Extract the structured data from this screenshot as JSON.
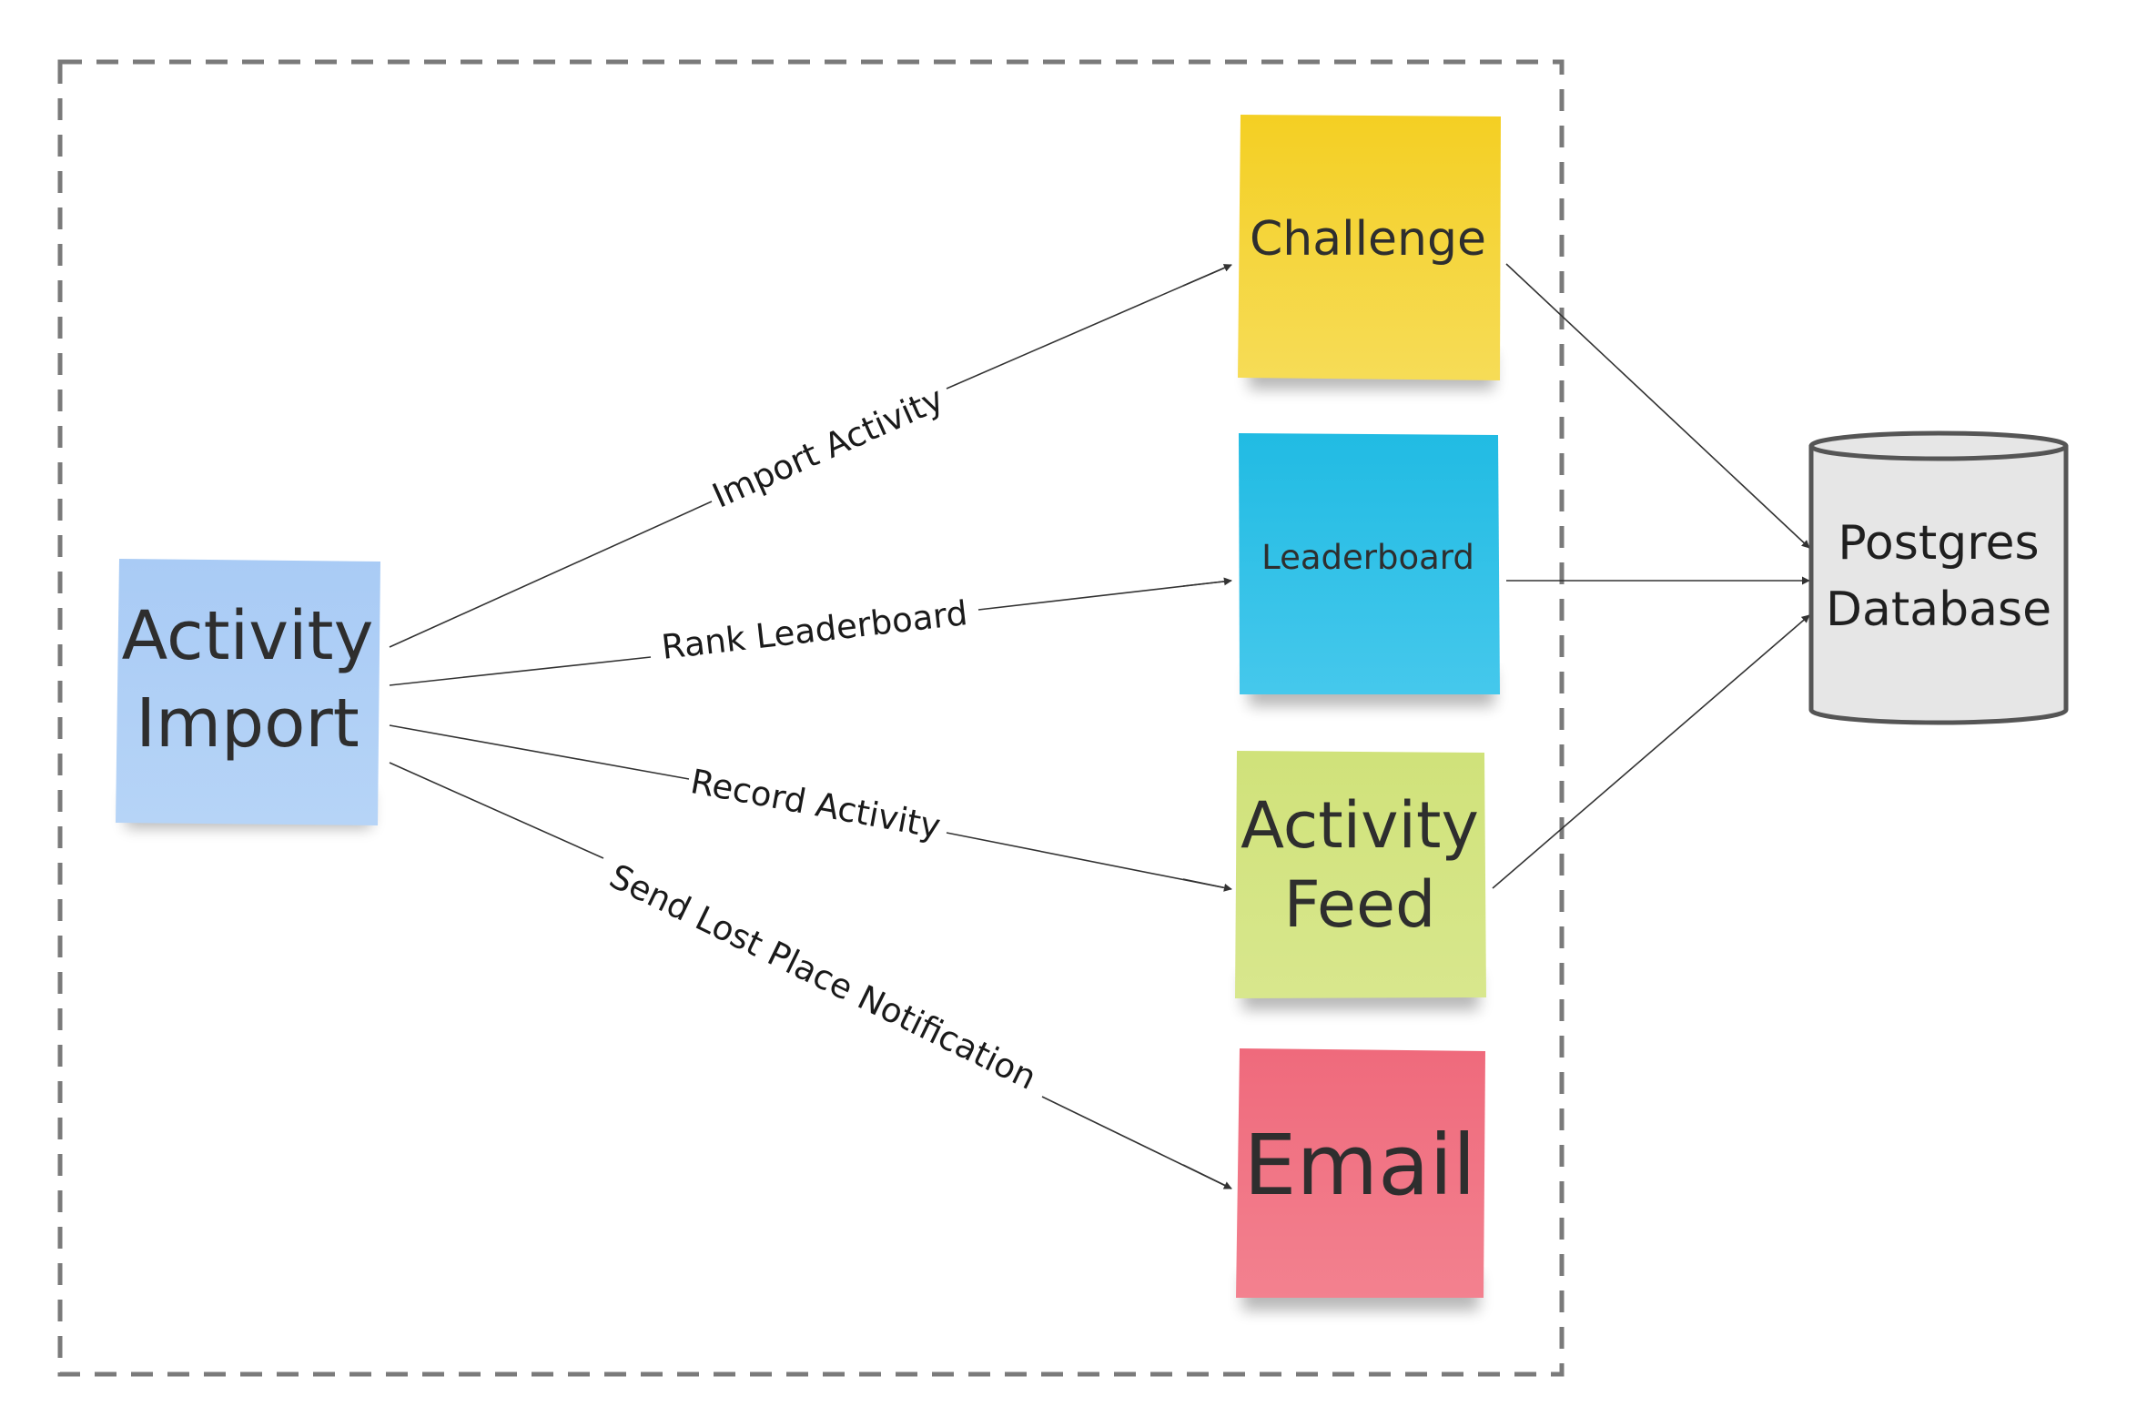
{
  "notes": {
    "activity_import": {
      "line1": "Activity",
      "line2": "Import",
      "color": "#b1d1f6"
    },
    "challenge": {
      "label": "Challenge",
      "color": "#f5d437"
    },
    "leaderboard": {
      "label": "Leaderboard",
      "color": "#2dc0e6"
    },
    "activity_feed": {
      "line1": "Activity",
      "line2": "Feed",
      "color": "#d3e483"
    },
    "email": {
      "label": "Email",
      "color": "#f17484"
    }
  },
  "edges": {
    "import_activity": "Import Activity",
    "rank_leaderboard": "Rank Leaderboard",
    "record_activity": "Record Activity",
    "send_lost_place": "Send Lost Place Notification"
  },
  "database": {
    "line1": "Postgres",
    "line2": "Database",
    "color": "#e6e6e6"
  },
  "colors": {
    "boundary": "#7a7a7a",
    "arrow": "#333333"
  }
}
